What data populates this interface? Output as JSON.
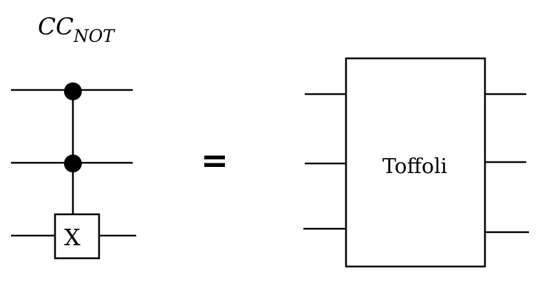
{
  "left_circuit": {
    "title_main": "CC",
    "title_subscript": "NOT",
    "target_gate_label": "X"
  },
  "equals_sign": "=",
  "right_block": {
    "label": "Toffoli"
  }
}
